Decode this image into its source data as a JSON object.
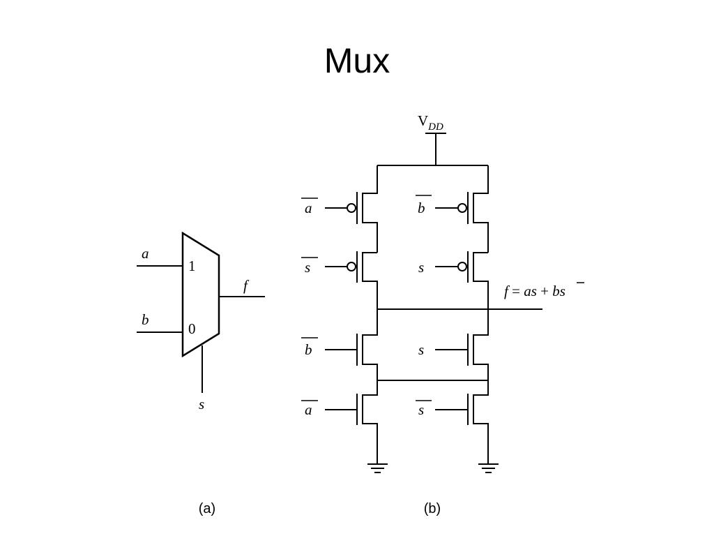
{
  "title": "Mux",
  "panel_a": {
    "input_a_label": "a",
    "input_b_label": "b",
    "port_1_label": "1",
    "port_0_label": "0",
    "output_label": "f",
    "select_label": "s",
    "caption": "(a)"
  },
  "panel_b": {
    "vdd_main": "V",
    "vdd_sub": "DD",
    "pmos_left_top_gate": "a",
    "pmos_left_bottom_gate": "s",
    "pmos_right_top_gate": "b",
    "pmos_right_bottom_gate": "s",
    "nmos_left_top_gate": "b",
    "nmos_left_bottom_gate": "a",
    "nmos_right_top_gate": "s",
    "nmos_right_bottom_gate": "s",
    "output_f": "f",
    "output_eq": " = ",
    "output_term1": "as",
    "output_plus": " + ",
    "output_b": "b",
    "output_s": "s",
    "caption": "(b)"
  }
}
